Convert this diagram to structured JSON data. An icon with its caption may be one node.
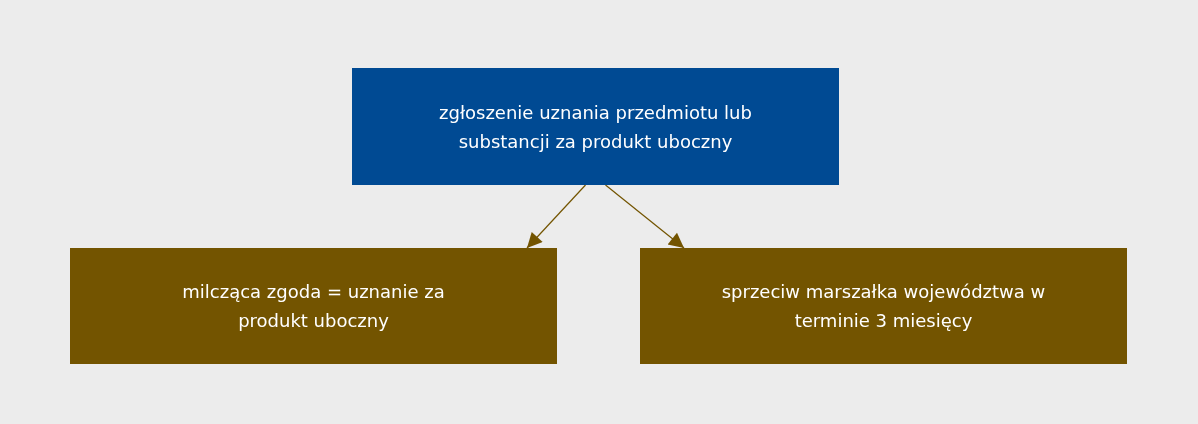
{
  "diagram": {
    "nodes": [
      {
        "text": [
          "zgłoszenie uznania przedmiotu lub substancji za produkt uboczny"
        ]
      },
      {
        "text": [
          "milcząca zgoda = uznanie za produkt uboczny"
        ]
      },
      {
        "text": [
          "sprzeciw marszałka województwa w terminie 3 miesięcy"
        ]
      }
    ],
    "edges": [
      {
        "from": 0,
        "to": 1,
        "arrow": "to"
      },
      {
        "from": 0,
        "to": 2,
        "arrow": "to"
      }
    ]
  }
}
